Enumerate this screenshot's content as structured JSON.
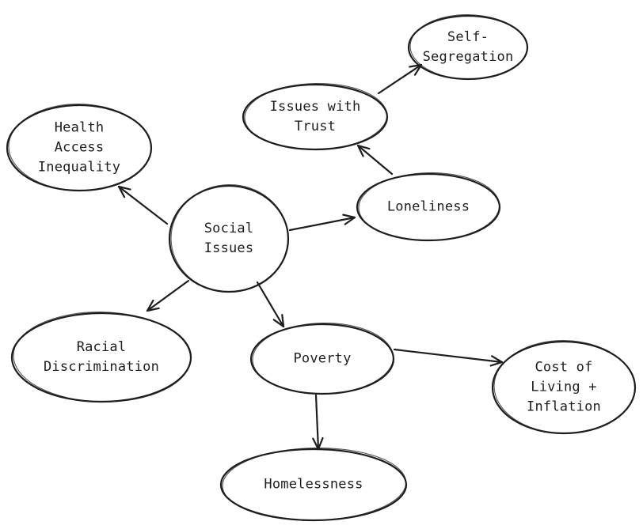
{
  "diagram": {
    "stroke_color": "#1e1e1e",
    "background": "#ffffff",
    "nodes": [
      {
        "id": "social-issues",
        "lines": [
          "Social",
          "Issues"
        ]
      },
      {
        "id": "health-access-inequality",
        "lines": [
          "Health",
          "Access",
          "Inequality"
        ]
      },
      {
        "id": "issues-with-trust",
        "lines": [
          "Issues with",
          "Trust"
        ]
      },
      {
        "id": "self-segregation",
        "lines": [
          "Self-",
          "Segregation"
        ]
      },
      {
        "id": "loneliness",
        "lines": [
          "Loneliness"
        ]
      },
      {
        "id": "racial-discrimination",
        "lines": [
          "Racial",
          "Discrimination"
        ]
      },
      {
        "id": "poverty",
        "lines": [
          "Poverty"
        ]
      },
      {
        "id": "cost-of-living-inflation",
        "lines": [
          "Cost of",
          "Living +",
          "Inflation"
        ]
      },
      {
        "id": "homelessness",
        "lines": [
          "Homelessness"
        ]
      }
    ],
    "edges": [
      {
        "from": "social-issues",
        "to": "health-access-inequality"
      },
      {
        "from": "social-issues",
        "to": "loneliness"
      },
      {
        "from": "social-issues",
        "to": "racial-discrimination"
      },
      {
        "from": "social-issues",
        "to": "poverty"
      },
      {
        "from": "loneliness",
        "to": "issues-with-trust"
      },
      {
        "from": "issues-with-trust",
        "to": "self-segregation"
      },
      {
        "from": "poverty",
        "to": "cost-of-living-inflation"
      },
      {
        "from": "poverty",
        "to": "homelessness"
      }
    ]
  }
}
